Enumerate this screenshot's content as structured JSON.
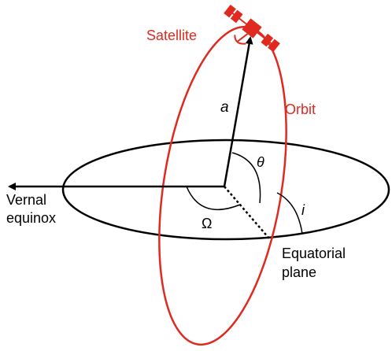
{
  "labels": {
    "satellite": "Satellite",
    "orbit": "Orbit",
    "semi_major_axis": "a",
    "true_anomaly": "θ",
    "inclination": "i",
    "ascending_node": "Ω",
    "vernal_line1": "Vernal",
    "vernal_line2": "equinox",
    "plane_line1": "Equatorial",
    "plane_line2": "plane"
  },
  "colors": {
    "orbit": "#e02a1f",
    "satellite": "#e02a1f",
    "plane": "#000000",
    "text_dark": "#000000",
    "text_red": "#e02a1f"
  },
  "icons": {
    "satellite": "satellite-icon"
  }
}
